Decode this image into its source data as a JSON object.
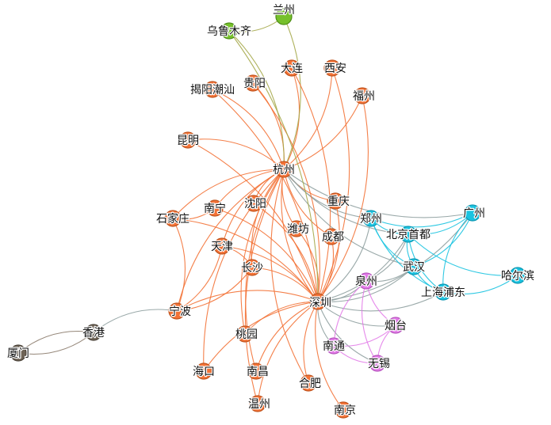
{
  "groups": [
    {
      "id": "orange",
      "fill": "#F37236",
      "stroke": "#C0551F",
      "edge": "#F37236"
    },
    {
      "id": "cyan",
      "fill": "#1BC3E0",
      "stroke": "#0E98B3",
      "edge": "#1BC3E0"
    },
    {
      "id": "purple",
      "fill": "#E27BE8",
      "stroke": "#B655BD",
      "edge": "#E27BE8"
    },
    {
      "id": "green",
      "fill": "#76C02B",
      "stroke": "#4E8E16",
      "edge": "#A5A84A"
    },
    {
      "id": "brown",
      "fill": "#6E6356",
      "stroke": "#4A4238",
      "edge": "#8A7A6A"
    }
  ],
  "mixed_edge_color": "#8FA0A0",
  "nodes": [
    {
      "id": "lanzhou",
      "label": "兰州",
      "group": "green"
    },
    {
      "id": "urumqi",
      "label": "乌鲁木齐",
      "group": "green"
    },
    {
      "id": "dalian",
      "label": "大连",
      "group": "orange"
    },
    {
      "id": "xian",
      "label": "西安",
      "group": "orange"
    },
    {
      "id": "jieyang",
      "label": "揭阳潮汕",
      "group": "orange"
    },
    {
      "id": "guiyang",
      "label": "贵阳",
      "group": "orange"
    },
    {
      "id": "fuzhou",
      "label": "福州",
      "group": "orange"
    },
    {
      "id": "kunming",
      "label": "昆明",
      "group": "orange"
    },
    {
      "id": "hangzhou",
      "label": "杭州",
      "group": "orange"
    },
    {
      "id": "chongqing",
      "label": "重庆",
      "group": "orange"
    },
    {
      "id": "nanning",
      "label": "南宁",
      "group": "orange"
    },
    {
      "id": "shenyang",
      "label": "沈阳",
      "group": "orange"
    },
    {
      "id": "shijiazhuang",
      "label": "石家庄",
      "group": "orange"
    },
    {
      "id": "weifang",
      "label": "潍坊",
      "group": "orange"
    },
    {
      "id": "chengdu",
      "label": "成都",
      "group": "orange"
    },
    {
      "id": "tianjin",
      "label": "天津",
      "group": "orange"
    },
    {
      "id": "changsha",
      "label": "长沙",
      "group": "orange"
    },
    {
      "id": "shenzhen",
      "label": "深圳",
      "group": "orange"
    },
    {
      "id": "ningbo",
      "label": "宁波",
      "group": "orange"
    },
    {
      "id": "taoyuan",
      "label": "桃园",
      "group": "orange"
    },
    {
      "id": "haikou",
      "label": "海口",
      "group": "orange"
    },
    {
      "id": "nanchang",
      "label": "南昌",
      "group": "orange"
    },
    {
      "id": "hefei",
      "label": "合肥",
      "group": "orange"
    },
    {
      "id": "wenzhou",
      "label": "温州",
      "group": "orange"
    },
    {
      "id": "nanjing",
      "label": "南京",
      "group": "orange"
    },
    {
      "id": "zhengzhou",
      "label": "郑州",
      "group": "cyan"
    },
    {
      "id": "guangzhou",
      "label": "广州",
      "group": "cyan"
    },
    {
      "id": "beijing",
      "label": "北京首都",
      "group": "cyan"
    },
    {
      "id": "wuhan",
      "label": "武汉",
      "group": "cyan"
    },
    {
      "id": "harbin",
      "label": "哈尔滨",
      "group": "cyan"
    },
    {
      "id": "shanghai",
      "label": "上海浦东",
      "group": "cyan"
    },
    {
      "id": "quanzhou",
      "label": "泉州",
      "group": "purple"
    },
    {
      "id": "nantong",
      "label": "南通",
      "group": "purple"
    },
    {
      "id": "yantai",
      "label": "烟台",
      "group": "purple"
    },
    {
      "id": "wuxi",
      "label": "无锡",
      "group": "purple"
    },
    {
      "id": "xiamen",
      "label": "厦门",
      "group": "brown"
    },
    {
      "id": "hongkong",
      "label": "香港",
      "group": "brown"
    }
  ],
  "edges": [
    [
      "hangzhou",
      "dalian"
    ],
    [
      "hangzhou",
      "xian"
    ],
    [
      "hangzhou",
      "jieyang"
    ],
    [
      "hangzhou",
      "guiyang"
    ],
    [
      "hangzhou",
      "fuzhou"
    ],
    [
      "hangzhou",
      "kunming"
    ],
    [
      "hangzhou",
      "chongqing"
    ],
    [
      "hangzhou",
      "nanning"
    ],
    [
      "hangzhou",
      "shenyang"
    ],
    [
      "hangzhou",
      "shijiazhuang"
    ],
    [
      "hangzhou",
      "weifang"
    ],
    [
      "hangzhou",
      "chengdu"
    ],
    [
      "hangzhou",
      "tianjin"
    ],
    [
      "hangzhou",
      "changsha"
    ],
    [
      "hangzhou",
      "shenzhen"
    ],
    [
      "hangzhou",
      "ningbo"
    ],
    [
      "hangzhou",
      "taoyuan"
    ],
    [
      "hangzhou",
      "haikou"
    ],
    [
      "hangzhou",
      "nanchang"
    ],
    [
      "hangzhou",
      "hefei"
    ],
    [
      "hangzhou",
      "wenzhou"
    ],
    [
      "hangzhou",
      "urumqi"
    ],
    [
      "hangzhou",
      "lanzhou"
    ],
    [
      "hangzhou",
      "zhengzhou"
    ],
    [
      "hangzhou",
      "beijing"
    ],
    [
      "hangzhou",
      "guangzhou"
    ],
    [
      "hangzhou",
      "wuhan"
    ],
    [
      "shenzhen",
      "dalian"
    ],
    [
      "shenzhen",
      "xian"
    ],
    [
      "shenzhen",
      "jieyang"
    ],
    [
      "shenzhen",
      "guiyang"
    ],
    [
      "shenzhen",
      "fuzhou"
    ],
    [
      "shenzhen",
      "kunming"
    ],
    [
      "shenzhen",
      "chongqing"
    ],
    [
      "shenzhen",
      "nanning"
    ],
    [
      "shenzhen",
      "shenyang"
    ],
    [
      "shenzhen",
      "shijiazhuang"
    ],
    [
      "shenzhen",
      "weifang"
    ],
    [
      "shenzhen",
      "chengdu"
    ],
    [
      "shenzhen",
      "tianjin"
    ],
    [
      "shenzhen",
      "changsha"
    ],
    [
      "shenzhen",
      "ningbo"
    ],
    [
      "shenzhen",
      "taoyuan"
    ],
    [
      "shenzhen",
      "haikou"
    ],
    [
      "shenzhen",
      "nanchang"
    ],
    [
      "shenzhen",
      "hefei"
    ],
    [
      "shenzhen",
      "wenzhou"
    ],
    [
      "shenzhen",
      "nanjing"
    ],
    [
      "shenzhen",
      "urumqi"
    ],
    [
      "shenzhen",
      "zhengzhou"
    ],
    [
      "shenzhen",
      "beijing"
    ],
    [
      "shenzhen",
      "wuhan"
    ],
    [
      "shenzhen",
      "shanghai"
    ],
    [
      "shenzhen",
      "guangzhou"
    ],
    [
      "shenzhen",
      "quanzhou"
    ],
    [
      "shenzhen",
      "nantong"
    ],
    [
      "shenzhen",
      "yantai"
    ],
    [
      "shenzhen",
      "wuxi"
    ],
    [
      "ningbo",
      "hongkong"
    ],
    [
      "ningbo",
      "changsha"
    ],
    [
      "ningbo",
      "tianjin"
    ],
    [
      "ningbo",
      "shijiazhuang"
    ],
    [
      "changsha",
      "tianjin"
    ],
    [
      "shijiazhuang",
      "nanning"
    ],
    [
      "hongkong",
      "xiamen"
    ],
    [
      "hongkong",
      "xiamen"
    ],
    [
      "urumqi",
      "lanzhou"
    ],
    [
      "zhengzhou",
      "guangzhou"
    ],
    [
      "zhengzhou",
      "beijing"
    ],
    [
      "zhengzhou",
      "wuhan"
    ],
    [
      "zhengzhou",
      "shanghai"
    ],
    [
      "beijing",
      "guangzhou"
    ],
    [
      "beijing",
      "wuhan"
    ],
    [
      "beijing",
      "harbin"
    ],
    [
      "beijing",
      "shanghai"
    ],
    [
      "wuhan",
      "shanghai"
    ],
    [
      "wuhan",
      "guangzhou"
    ],
    [
      "shanghai",
      "harbin"
    ],
    [
      "guangzhou",
      "shanghai"
    ],
    [
      "quanzhou",
      "nantong"
    ],
    [
      "quanzhou",
      "yantai"
    ],
    [
      "quanzhou",
      "wuxi"
    ],
    [
      "nantong",
      "yantai"
    ],
    [
      "nantong",
      "wuxi"
    ],
    [
      "yantai",
      "wuxi"
    ],
    [
      "quanzhou",
      "wuhan"
    ],
    [
      "quanzhou",
      "beijing"
    ]
  ]
}
